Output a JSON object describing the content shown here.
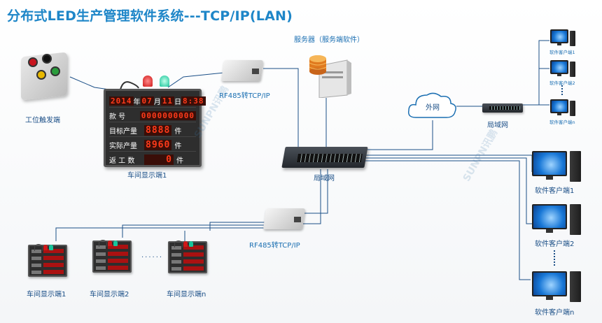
{
  "title": "分布式LED生产管理软件系统---TCP/IP(LAN)",
  "labels": {
    "trigger": "工位触发端",
    "converter_top": "RF485转TCP/IP",
    "converter_bottom": "RF485转TCP/IP",
    "server": "服务器（服务端软件）",
    "cloud": "外网",
    "lan_main": "局域网",
    "lan_small": "局域网",
    "display_main": "车间显示端1",
    "display_1": "车间显示端1",
    "display_2": "车间显示端2",
    "display_n": "车间显示端n",
    "client_big_1": "软件客户端1",
    "client_big_2": "软件客户端2",
    "client_big_n": "软件客户端n",
    "client_sm_1": "软件客户端1",
    "client_sm_2": "软件客户端2",
    "client_sm_n": "软件客户端n",
    "watermark": "SUNPN讯鹏"
  },
  "board": {
    "row1": {
      "year": "2014",
      "year_unit": "年",
      "month": "07",
      "month_unit": "月",
      "day": "11",
      "day_unit": "日",
      "time": "8:38"
    },
    "row2": {
      "label": "款  号",
      "value": "0000000000"
    },
    "row3": {
      "label": "目标产量",
      "value": "8888",
      "unit": "件"
    },
    "row4": {
      "label": "实际产量",
      "value": "8960",
      "unit": "件"
    },
    "row5": {
      "label": "返 工 数",
      "value": "0",
      "unit": "件"
    }
  },
  "dots": "......",
  "colors": {
    "title": "#1e86c8",
    "label": "#1b6fb2",
    "wire": "#1b4f87",
    "led": "#ff3a1a"
  }
}
